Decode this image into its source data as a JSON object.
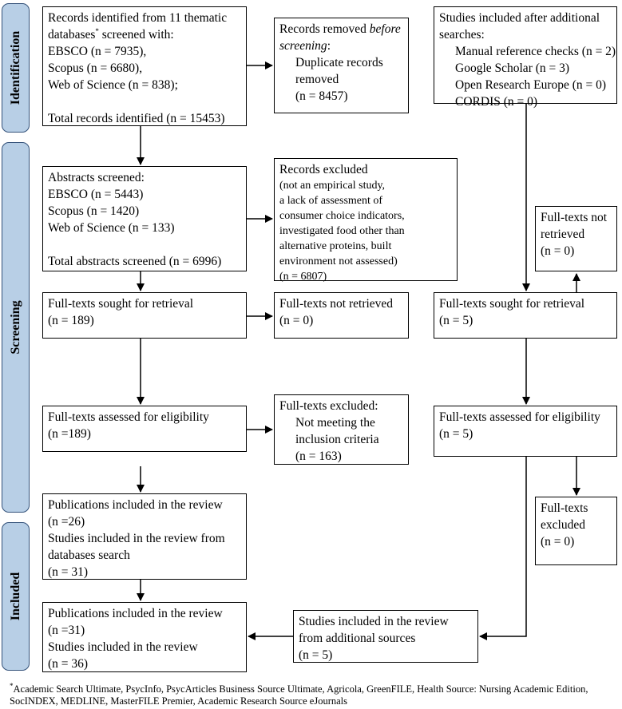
{
  "stages": {
    "identification": "Identification",
    "screening": "Screening",
    "included": "Included"
  },
  "records_identified": {
    "l1": "Records identified from 11 thematic",
    "l2a": "databases",
    "l2sup": "*",
    "l2b": " screened with:",
    "l3": "EBSCO (n = 7935),",
    "l4": "Scopus (n = 6680),",
    "l5": "Web of Science (n = 838);",
    "l6": "Total records identified (n = 15453)"
  },
  "records_removed": {
    "l1": "Records removed ",
    "l1i": "before",
    "l2i": "screening",
    "l2": ":",
    "l3": "Duplicate records",
    "l4": "removed",
    "l5": "(n = 8457)"
  },
  "additional_searches": {
    "l1": "Studies included after additional",
    "l2": "searches:",
    "l3": "Manual reference checks (n = 2)",
    "l4": "Google Scholar (n = 3)",
    "l5": "Open Research Europe (n = 0)",
    "l6": "CORDIS (n = 0)"
  },
  "abstracts_screened": {
    "l1": "Abstracts screened:",
    "l2": "EBSCO (n = 5443)",
    "l3": "Scopus (n = 1420)",
    "l4": "Web of Science (n = 133)",
    "l5": "Total abstracts screened (n = 6996)"
  },
  "records_excluded": {
    "l1": "Records excluded",
    "l2": "(not an empirical study,",
    "l3": "a lack of assessment of",
    "l4": "consumer choice indicators,",
    "l5": "investigated food other than",
    "l6": "alternative proteins, built",
    "l7": "environment not assessed)",
    "l8": "(n = 6807)"
  },
  "right_not_retrieved": {
    "l1": "Full-texts not",
    "l2": "retrieved",
    "l3": "(n = 0)"
  },
  "left_sought": {
    "l1": "Full-texts sought for retrieval",
    "l2": "(n = 189)"
  },
  "left_not_retrieved": {
    "l1": "Full-texts not retrieved",
    "l2": "(n = 0)"
  },
  "right_sought": {
    "l1": "Full-texts sought for retrieval",
    "l2": "(n = 5)"
  },
  "left_assessed": {
    "l1": "Full-texts assessed for eligibility",
    "l2": "(n =189)"
  },
  "left_excluded": {
    "l1": "Full-texts excluded:",
    "l2": "Not meeting the",
    "l3": "inclusion criteria",
    "l4": "(n = 163)"
  },
  "right_assessed": {
    "l1": "Full-texts assessed for eligibility",
    "l2": "(n = 5)"
  },
  "db_included": {
    "l1": "Publications included in the review",
    "l2": "(n =26)",
    "l3": "Studies included in the review from",
    "l4": "databases search",
    "l5": "(n = 31)"
  },
  "right_excluded": {
    "l1": "Full-texts",
    "l2": "excluded",
    "l3": "(n = 0)"
  },
  "total_included": {
    "l1": "Publications included in the review",
    "l2": "(n =31)",
    "l3": "Studies included in the review",
    "l4": "(n = 36)"
  },
  "additional_included": {
    "l1": "Studies included in the review",
    "l2": "from additional sources",
    "l3": "(n = 5)"
  },
  "footnote": {
    "sup": "*",
    "text": "Academic Search Ultimate, PsycInfo, PsycArticles Business Source Ultimate, Agricola, GreenFILE, Health Source: Nursing Academic Edition, SocINDEX, MEDLINE, MasterFILE Premier, Academic Research Source eJournals"
  },
  "colors": {
    "stage_fill": "#b8cfe6",
    "stage_border": "#34527a"
  }
}
